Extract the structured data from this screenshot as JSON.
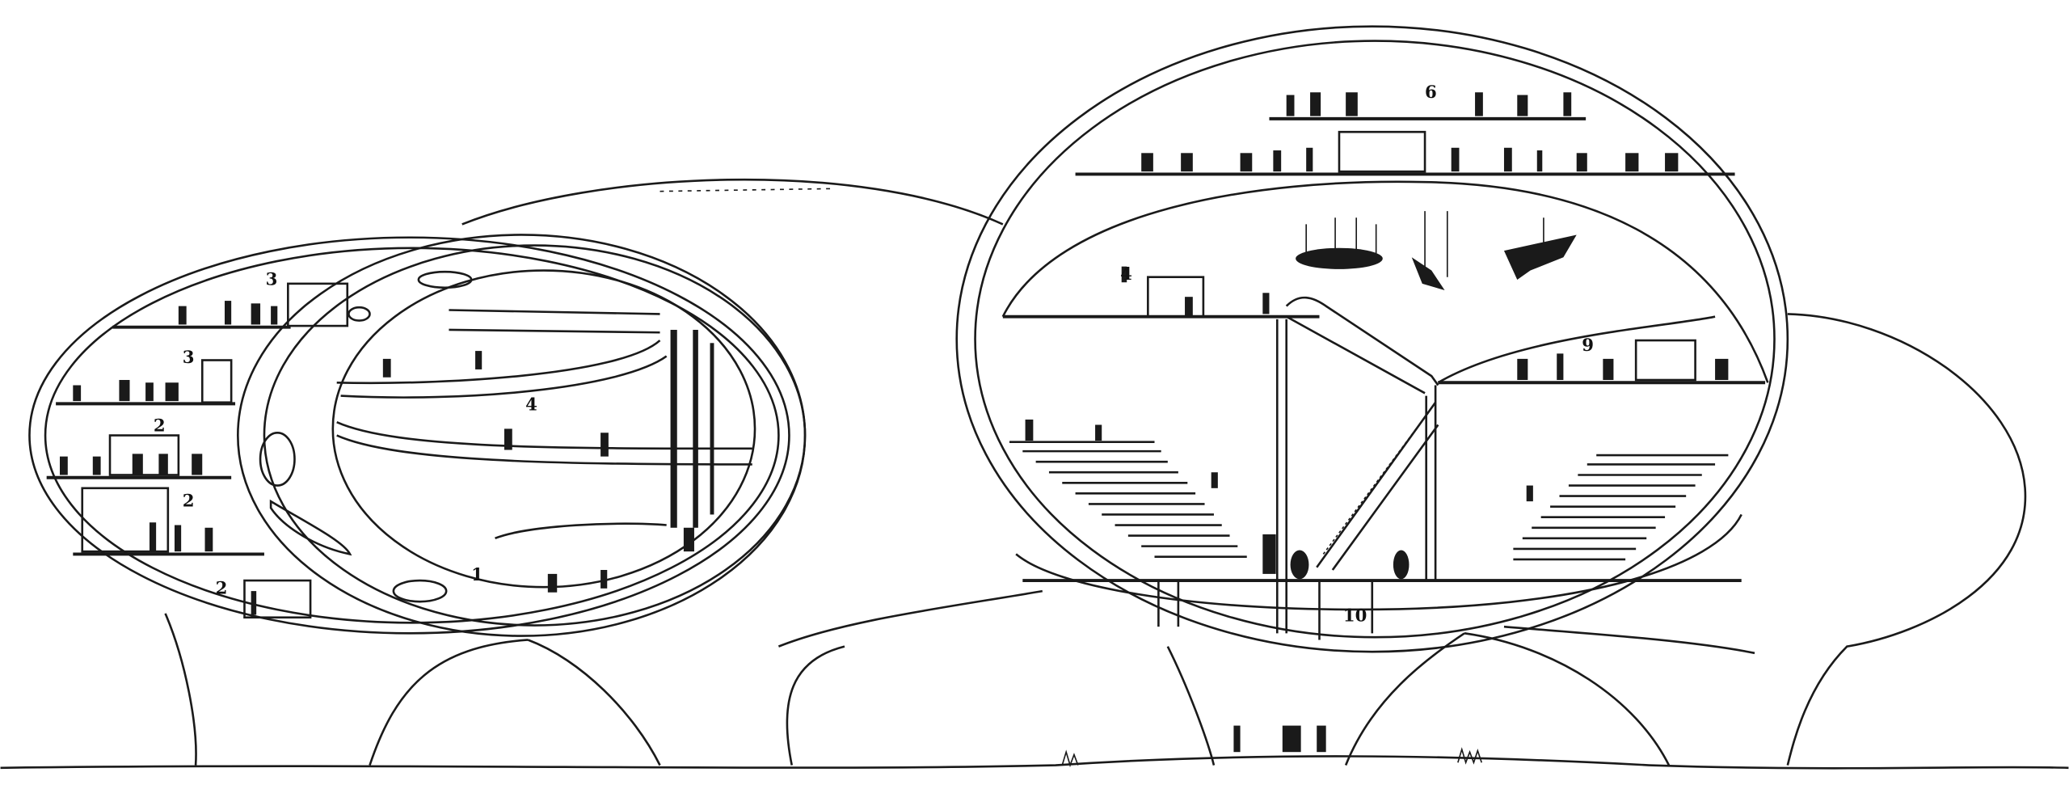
{
  "drawing": {
    "type": "architectural-section",
    "left_pod_labels": [
      "3",
      "3",
      "2",
      "2",
      "2",
      "4",
      "1"
    ],
    "right_pod_labels": [
      "6",
      "4",
      "9",
      "10"
    ],
    "colors": {
      "line": "#1a1a1a",
      "background": "#ffffff"
    }
  }
}
